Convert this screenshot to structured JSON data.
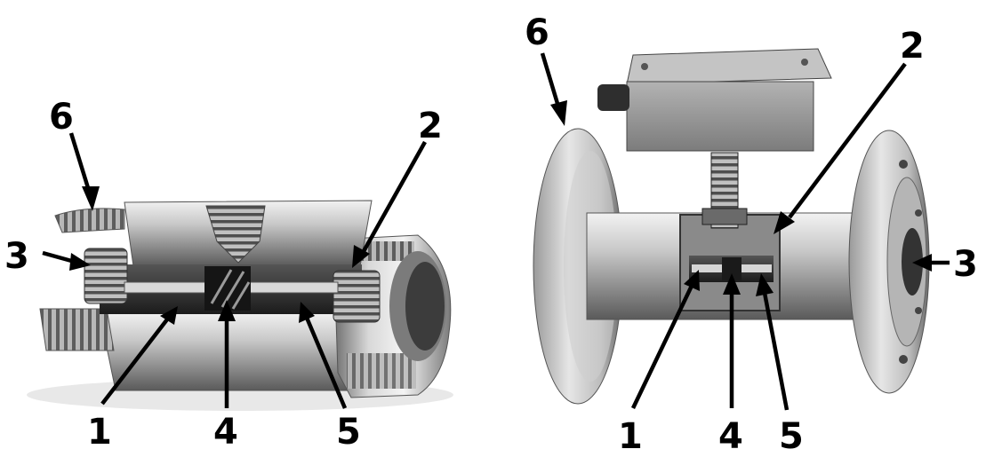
{
  "left_meter": {
    "callouts": [
      {
        "id": "1",
        "text": "1"
      },
      {
        "id": "2",
        "text": "2"
      },
      {
        "id": "3",
        "text": "3"
      },
      {
        "id": "4",
        "text": "4"
      },
      {
        "id": "5",
        "text": "5"
      },
      {
        "id": "6",
        "text": "6"
      }
    ]
  },
  "right_meter": {
    "callouts": [
      {
        "id": "1",
        "text": "1"
      },
      {
        "id": "2",
        "text": "2"
      },
      {
        "id": "3",
        "text": "3"
      },
      {
        "id": "4",
        "text": "4"
      },
      {
        "id": "5",
        "text": "5"
      },
      {
        "id": "6",
        "text": "6"
      }
    ]
  }
}
